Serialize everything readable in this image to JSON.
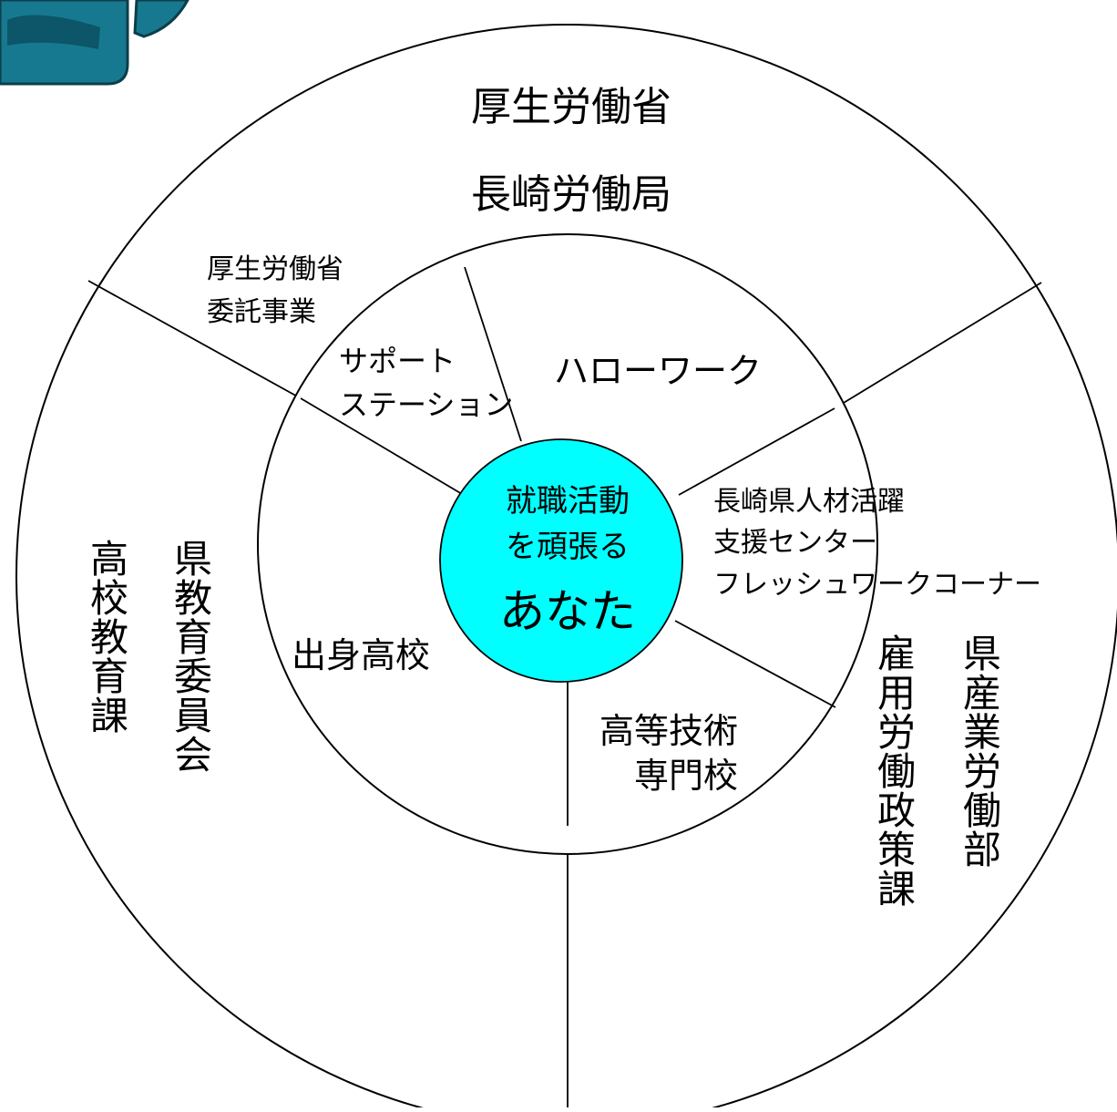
{
  "colors": {
    "center_fill": "#00ffff",
    "line": "#000000",
    "corner_fill": "#17798f",
    "corner_dark": "#0d5568"
  },
  "icons": {
    "corner": "blue-rounded-graphic-fragment-icon"
  },
  "outer": {
    "top_line1": "厚生労働省",
    "top_line2": "長崎労働局",
    "left_col1": "県教育委員会",
    "left_col2": "高校教育課",
    "right_col1": "県産業労働部",
    "right_col2": "雇用労働政策課"
  },
  "middle": {
    "mhlw_line1": "厚生労働省",
    "mhlw_line2": "委託事業",
    "support_line1": "サポート",
    "support_line2": "ステーション",
    "hellowork": "ハローワーク",
    "prefecture_line1": "長崎県人材活躍",
    "prefecture_line2": "支援センター",
    "prefecture_line3": "フレッシュワークコーナー",
    "highschool": "出身高校",
    "tech_line1": "高等技術",
    "tech_line2": "専門校"
  },
  "center": {
    "line1": "就職活動",
    "line2": "を頑張る",
    "line3": "あなた"
  }
}
